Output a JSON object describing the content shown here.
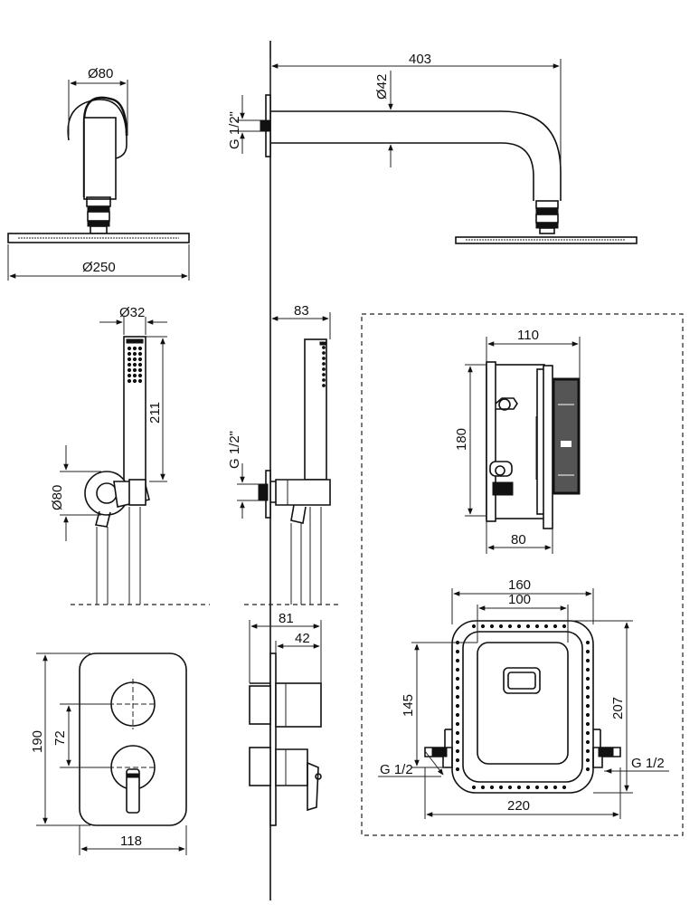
{
  "dimensions": {
    "head_diameter_top": "Ø80",
    "head_diameter_plate": "Ø250",
    "arm_length": "403",
    "arm_diameter": "Ø42",
    "arm_thread": "G 1/2\"",
    "hand_shower_diameter": "Ø32",
    "hand_shower_length": "211",
    "hand_bracket_diameter": "Ø80",
    "hand_projection": "83",
    "hand_thread": "G 1/2\"",
    "box_width": "110",
    "box_height": "180",
    "box_depth": "80",
    "plate_depth": "81",
    "knob_depth": "42",
    "plate_height": "190",
    "knob_spacing": "72",
    "plate_width": "118",
    "frame_outer": "160",
    "frame_inner": "100",
    "frame_height": "207",
    "frame_inner_height": "145",
    "frame_total_width": "220",
    "inlet_left": "G 1/2",
    "inlet_right": "G 1/2"
  }
}
